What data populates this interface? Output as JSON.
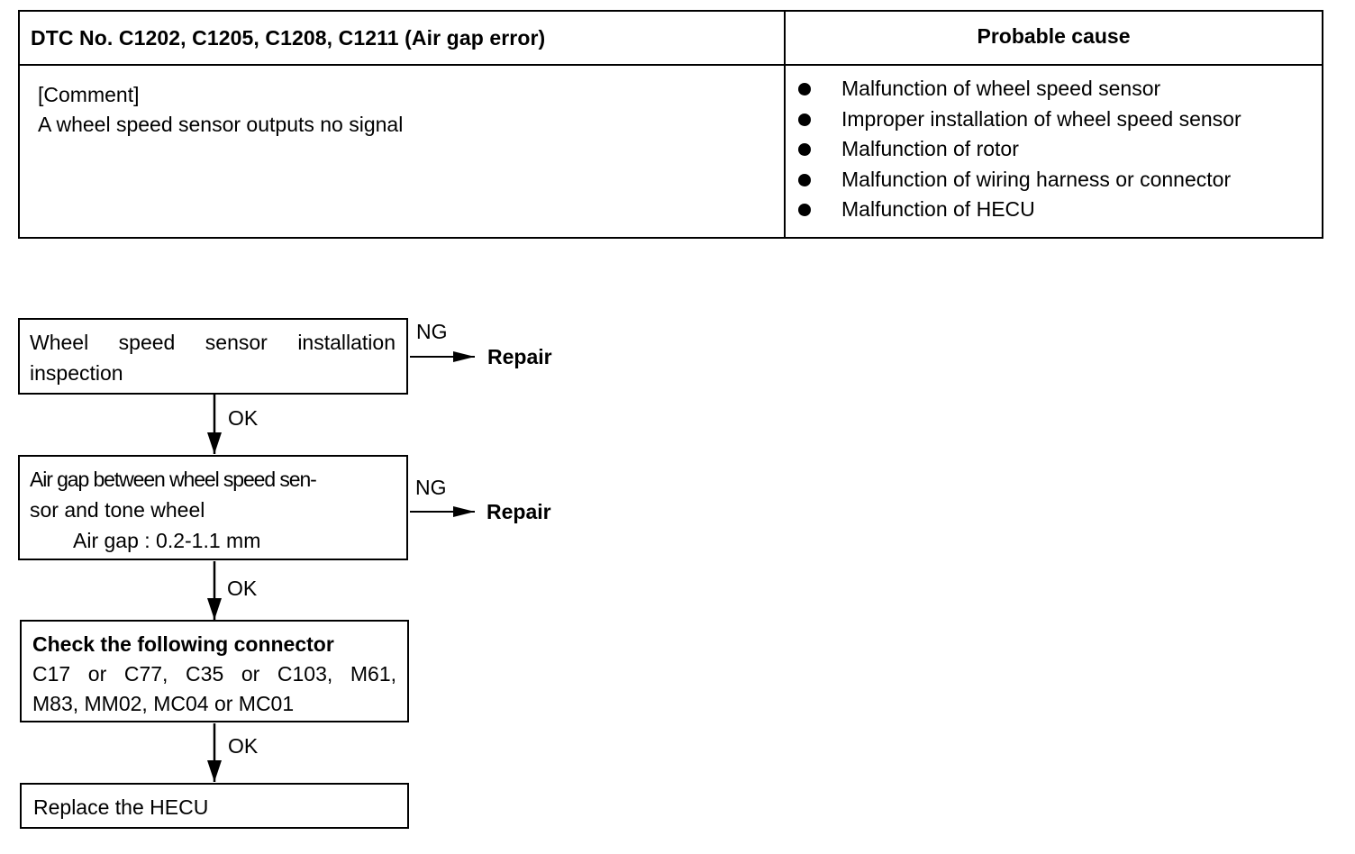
{
  "table": {
    "dtc_header": "DTC No. C1202, C1205, C1208, C1211 (Air gap error)",
    "cause_header": "Probable cause",
    "comment_label": "[Comment]",
    "comment_text": "A wheel speed sensor outputs no signal",
    "causes": [
      "Malfunction of wheel speed sensor",
      "Improper installation of wheel speed sensor",
      "Malfunction of rotor",
      "Malfunction of wiring harness or connector",
      "Malfunction of HECU"
    ]
  },
  "flow": {
    "step1": {
      "line1": "Wheel speed sensor installation",
      "line2": "inspection"
    },
    "step2": {
      "line1": "Air gap between wheel speed sen-",
      "line2": "sor and tone wheel",
      "line3": "Air gap : 0.2-1.1 mm"
    },
    "step3": {
      "line1": "Check the following connector",
      "line2": "C17 or C77, C35 or C103, M61,",
      "line3": "M83, MM02, MC04 or MC01"
    },
    "step4": {
      "line1": "Replace the HECU"
    },
    "ng_label": "NG",
    "ok_label": "OK",
    "repair_label": "Repair"
  }
}
